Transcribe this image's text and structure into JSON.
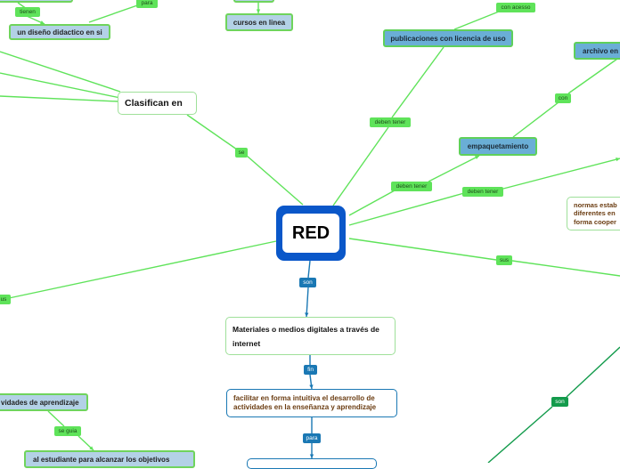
{
  "central": {
    "label": "RED"
  },
  "nodes": {
    "un_diseno": "un diseño didactico en si",
    "cursos": "cursos en linea",
    "publicaciones": "publicaciones con licencia de uso",
    "archivo": "archivo en",
    "clasifican": "Clasifican en",
    "empaquetamiento": "empaquetamiento",
    "normas": "normas estab diferentes en forma cooper",
    "materiales": "Materiales o medios digitales a través de internet",
    "facilitar": "facilitar en forma intuitiva el desarrollo de actividades en la enseñanza y aprendizaje",
    "actividades": "vidades de aprendizaje",
    "alumno": "al estudiante para alcanzar los objetivos"
  },
  "labels": {
    "tienen": "tienen",
    "para_top": "para",
    "con_acceso": "con acesso",
    "deben_tener_1": "deben tener",
    "deben_tener_2": "deben tener",
    "deben_tener_3": "deben tener",
    "con": "con",
    "se": "se",
    "sus_left": "us",
    "sus_right": "sus",
    "son_center": "son",
    "son_right": "son",
    "fin": "fin",
    "para_bottom": "para",
    "se_guia": "se guia"
  },
  "colors": {
    "edge_green": "#5fe35a",
    "edge_blue": "#1a78b4",
    "edge_dgreen": "#139b4c",
    "central_blue": "#0a57c9"
  }
}
